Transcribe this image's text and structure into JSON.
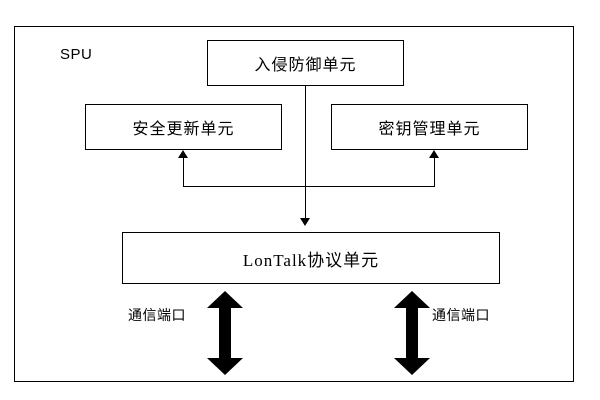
{
  "diagram": {
    "frame_label": "SPU",
    "boxes": [
      {
        "id": "ips",
        "label": "入侵防御单元"
      },
      {
        "id": "secure_update",
        "label": "安全更新单元"
      },
      {
        "id": "key_management",
        "label": "密钥管理单元"
      },
      {
        "id": "lontalk",
        "label": "LonTalk协议单元"
      }
    ],
    "ports": [
      {
        "id": "port_left",
        "label": "通信端口"
      },
      {
        "id": "port_right",
        "label": "通信端口"
      }
    ],
    "colors": {
      "line": "#000000",
      "background": "#ffffff",
      "text": "#000000"
    }
  }
}
